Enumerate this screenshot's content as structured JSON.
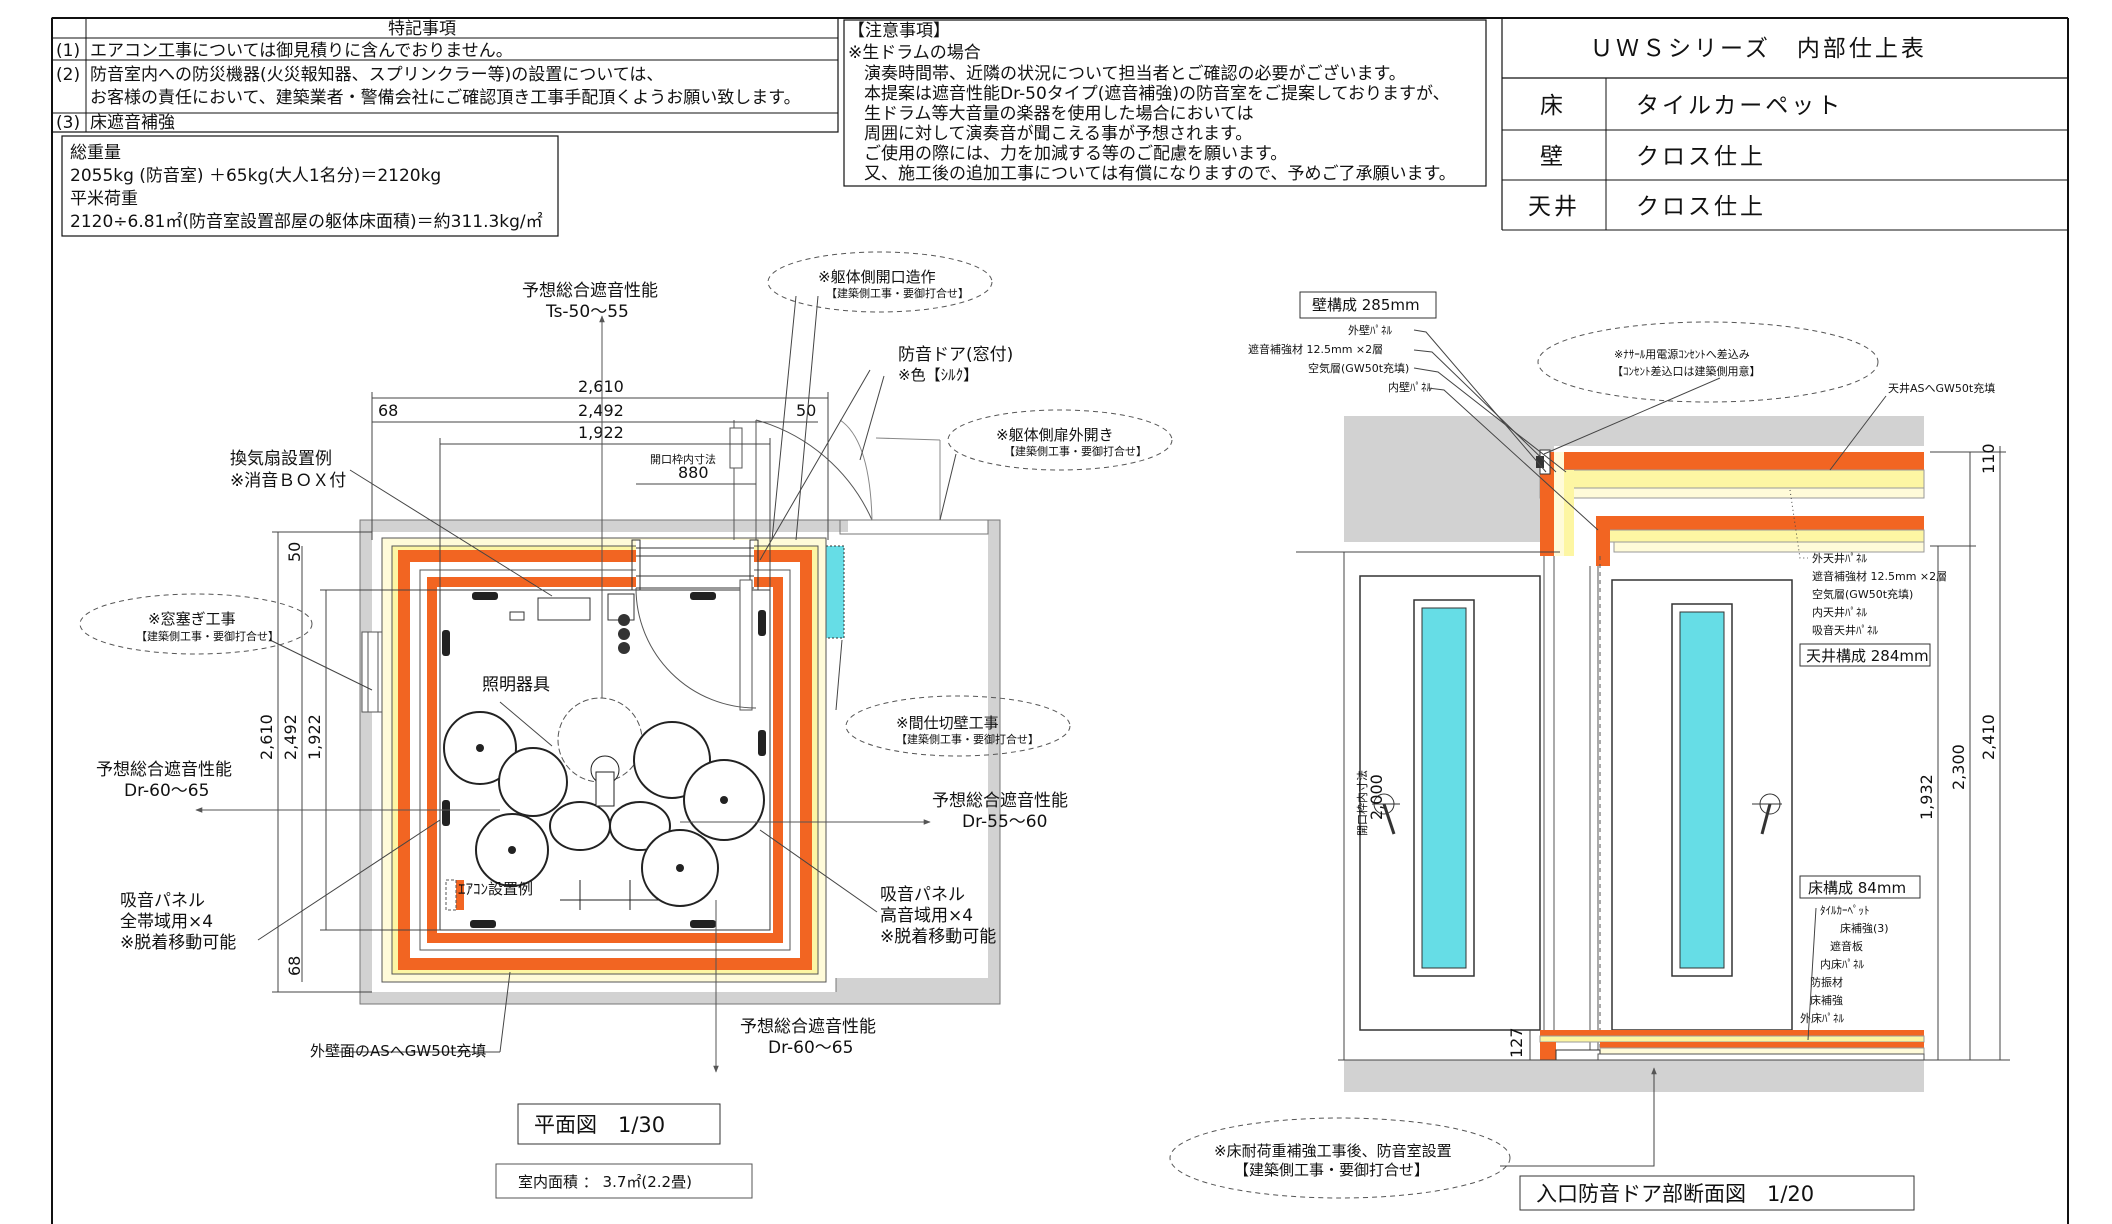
{
  "notes": {
    "header": "特記事項",
    "items": [
      {
        "num": "(1)",
        "lines": [
          "エアコン工事については御見積りに含んでおりません。"
        ]
      },
      {
        "num": "(2)",
        "lines": [
          "防音室内への防災機器(火災報知器、スプリンクラー等)の設置については、",
          "お客様の責任において、建築業者・警備会社にご確認頂き工事手配頂くようお願い致します。"
        ]
      },
      {
        "num": "(3)",
        "lines": [
          "床遮音補強"
        ]
      }
    ],
    "weight": [
      "総重量",
      "2055kg (防音室) ＋65kg(大人1名分)＝2120kg",
      "平米荷重",
      "2120÷6.81㎡(防音室設置部屋の躯体床面積)＝約311.3kg/㎡"
    ]
  },
  "caution": {
    "title": "【注意事項】",
    "subtitle": "※生ドラムの場合",
    "lines": [
      "演奏時間帯、近隣の状況について担当者とご確認の必要がございます。",
      "本提案は遮音性能Dr-50タイプ(遮音補強)の防音室をご提案しておりますが、",
      "生ドラム等大音量の楽器を使用した場合においては",
      "周囲に対して演奏音が聞こえる事が予想されます。",
      "ご使用の際には、力を加減する等のご配慮を願います。",
      "又、施工後の追加工事については有償になりますので、予めご了承願います。"
    ]
  },
  "finish": {
    "title": "ＵＷＳシリーズ　内部仕上表",
    "rows": [
      {
        "label": "床",
        "value": "タイルカーペット"
      },
      {
        "label": "壁",
        "value": "クロス仕上"
      },
      {
        "label": "天井",
        "value": "クロス仕上"
      }
    ]
  },
  "plan": {
    "title": "平面図　1/30",
    "area": "室内面積 ： 3.7㎡(2.2畳)",
    "perf_top": [
      "予想総合遮音性能",
      "Ts-50～55"
    ],
    "perf_left": [
      "予想総合遮音性能",
      "Dr-60～65"
    ],
    "perf_right": [
      "予想総合遮音性能",
      "Dr-55～60"
    ],
    "perf_bottom": [
      "予想総合遮音性能",
      "Dr-60～65"
    ],
    "fan": [
      "換気扇設置例",
      "※消音ＢＯＸ付"
    ],
    "door": [
      "防音ドア(窓付)",
      "※色【ｼﾙｸ】"
    ],
    "lighting": "照明器具",
    "aircon": "ｴｱｺﾝ設置例",
    "panel_left": [
      "吸音パネル",
      "全帯域用×4",
      "※脱着移動可能"
    ],
    "panel_right": [
      "吸音パネル",
      "高音域用×4",
      "※脱着移動可能"
    ],
    "exterior": "外壁面のASへGW50t充填",
    "bubble_opening": [
      "※躯体側開口造作",
      "【建築側工事・要御打合せ】"
    ],
    "bubble_door_out": [
      "※躯体側扉外開き",
      "【建築側工事・要御打合せ】"
    ],
    "bubble_window": [
      "※窓塞ぎ工事",
      "【建築側工事・要御打合せ】"
    ],
    "bubble_partition": [
      "※間仕切壁工事",
      "【建築側工事・要御打合せ】"
    ],
    "opening_label": "開口枠内寸法",
    "dims": {
      "w_total": "2,610",
      "w_inner": "2,492",
      "w_room": "1,922",
      "opening": "880",
      "left_offset": "68",
      "right_offset": "50",
      "h_total": "2,610",
      "h_inner": "2,492",
      "h_room": "1,922",
      "top_offset": "50",
      "bottom_offset": "68"
    }
  },
  "section": {
    "title": "入口防音ドア部断面図　1/20",
    "wall_title": "壁構成 285mm",
    "wall_layers": [
      "外壁ﾊﾟﾈﾙ",
      "遮音補強材 12.5mm ×2層",
      "空気層(GW50t充填)",
      "内壁ﾊﾟﾈﾙ"
    ],
    "outlet": [
      "※ﾅｻｰﾙ用電源ｺﾝｾﾝﾄへ差込み",
      "【ｺﾝｾﾝﾄ差込口は建築側用意】"
    ],
    "ceiling_fill": "天井ASへGW50t充填",
    "ceiling_layers": [
      "外天井ﾊﾟﾈﾙ",
      "遮音補強材 12.5mm ×2層",
      "空気層(GW50t充填)",
      "内天井ﾊﾟﾈﾙ",
      "吸音天井ﾊﾟﾈﾙ"
    ],
    "ceiling_title": "天井構成 284mm",
    "floor_title": "床構成 84mm",
    "floor_layers": [
      "ﾀｲﾙｶｰﾍﾟｯﾄ",
      "床補強(3)",
      "遮音板",
      "内床ﾊﾟﾈﾙ",
      "防振材",
      "床補強",
      "外床ﾊﾟﾈﾙ"
    ],
    "floor_note": [
      "※床耐荷重補強工事後、防音室設置",
      "【建築側工事・要御打合せ】"
    ],
    "opening_label": "開口枠内寸法",
    "dims": {
      "opening_h": "2,000",
      "ceil": "110",
      "door_h": "1,932",
      "h_inner": "2,300",
      "h_total": "2,410",
      "floor": "127"
    }
  },
  "colors": {
    "orange": "#f26522",
    "yellow": "#fdf6a3",
    "cream": "#fffbd9",
    "gray": "#d2d2d2",
    "cyan": "#66dde6",
    "ink": "#111111"
  }
}
